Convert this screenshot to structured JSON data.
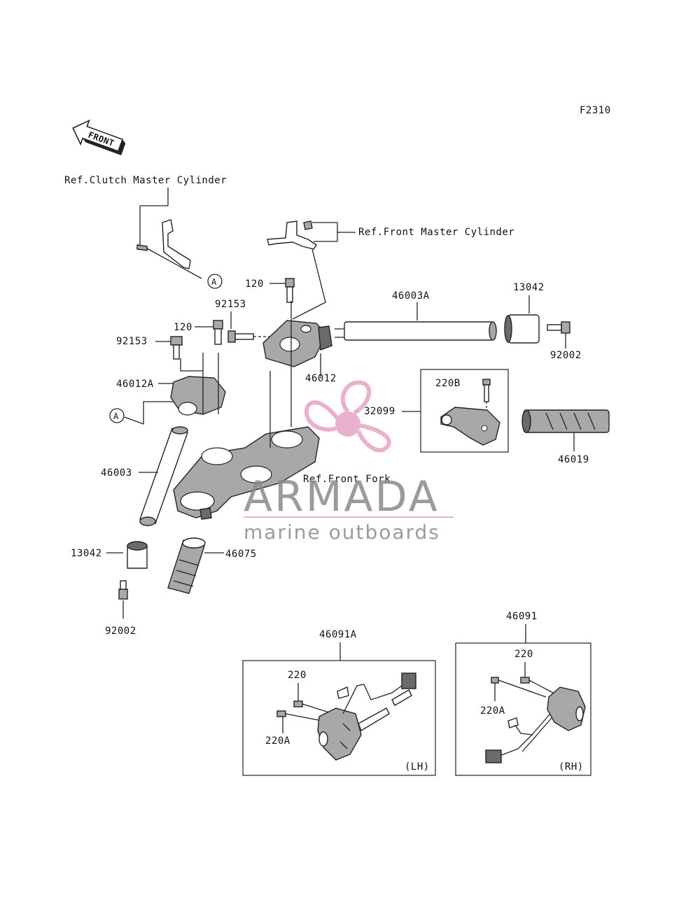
{
  "figure_code": "F2310",
  "front_arrow_label": "FRONT",
  "callout_letter": "A",
  "refs": {
    "clutch": "Ref.Clutch Master Cylinder",
    "front_master": "Ref.Front Master Cylinder",
    "front_fork": "Ref.Front Fork"
  },
  "parts": {
    "p120_top": "120",
    "p92153_top": "92153",
    "p120_left": "120",
    "p92153_left": "92153",
    "p46012A": "46012A",
    "p46012": "46012",
    "p46003A": "46003A",
    "p13042_right": "13042",
    "p92002_right": "92002",
    "p46003": "46003",
    "p13042_left": "13042",
    "p46075": "46075",
    "p92002_left": "92002",
    "p32099": "32099",
    "p220B": "220B",
    "p46019": "46019",
    "p46091A": "46091A",
    "p220_lh": "220",
    "p220A_lh": "220A",
    "p46091": "46091",
    "p220_rh": "220",
    "p220A_rh": "220A"
  },
  "side_labels": {
    "lh": "(LH)",
    "rh": "(RH)"
  },
  "watermark": {
    "brand": "ARMADA",
    "tagline": "marine outboards",
    "brand_color": "#8a8a8a",
    "accent_color": "#e8a3c6"
  }
}
